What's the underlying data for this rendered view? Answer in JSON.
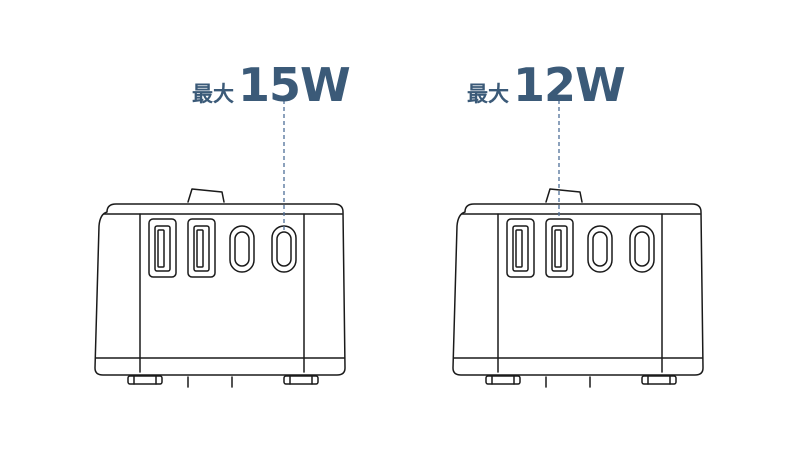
{
  "colors": {
    "label": "#3b5a78",
    "leader": "#4f6f97",
    "outline": "#1a1a1a"
  },
  "left_device": {
    "callout_prefix": "最大",
    "callout_value": "15W",
    "highlighted_port": "usb-c-2",
    "ports": [
      "usb-a-1",
      "usb-a-2",
      "usb-c-1",
      "usb-c-2"
    ]
  },
  "right_device": {
    "callout_prefix": "最大",
    "callout_value": "12W",
    "highlighted_port": "usb-a-2",
    "ports": [
      "usb-a-1",
      "usb-a-2",
      "usb-c-1",
      "usb-c-2"
    ]
  }
}
